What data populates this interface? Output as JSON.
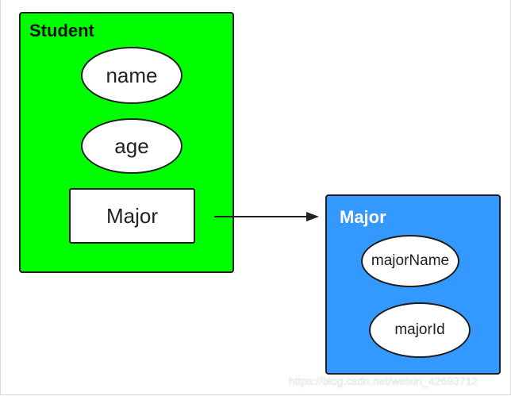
{
  "colors": {
    "student_fill": "#00ff00",
    "major_fill": "#3399ff",
    "border": "#1e1e1e",
    "node_fill": "#ffffff",
    "arrow": "#222222"
  },
  "student": {
    "title": "Student",
    "fields": [
      "name",
      "age"
    ],
    "reference_label": "Major"
  },
  "major": {
    "title": "Major",
    "fields": [
      "majorName",
      "majorId"
    ]
  },
  "watermark": "https://blog.csdn.net/weixin_42693712"
}
